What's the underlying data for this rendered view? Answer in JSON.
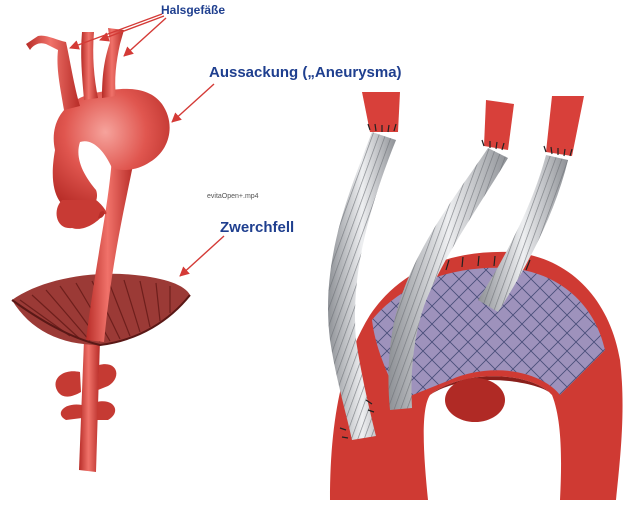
{
  "labels": {
    "neck_vessels": "Halsgefäße",
    "aneurysm": "Aussackung („Aneurysma)",
    "diaphragm": "Zwerchfell",
    "file_caption": "evitaOpen+.mp4"
  },
  "colors": {
    "vessel": "#d8403a",
    "vessel_dark": "#a92521",
    "vessel_light": "#f08b84",
    "diaphragm": "#9b3a36",
    "graft": "#c9cbcf",
    "graft_ring": "#8b8e94",
    "stent_fabric": "#8f8fbd",
    "label_blue": "#1f3f8f",
    "arrow": "#d43a36"
  }
}
